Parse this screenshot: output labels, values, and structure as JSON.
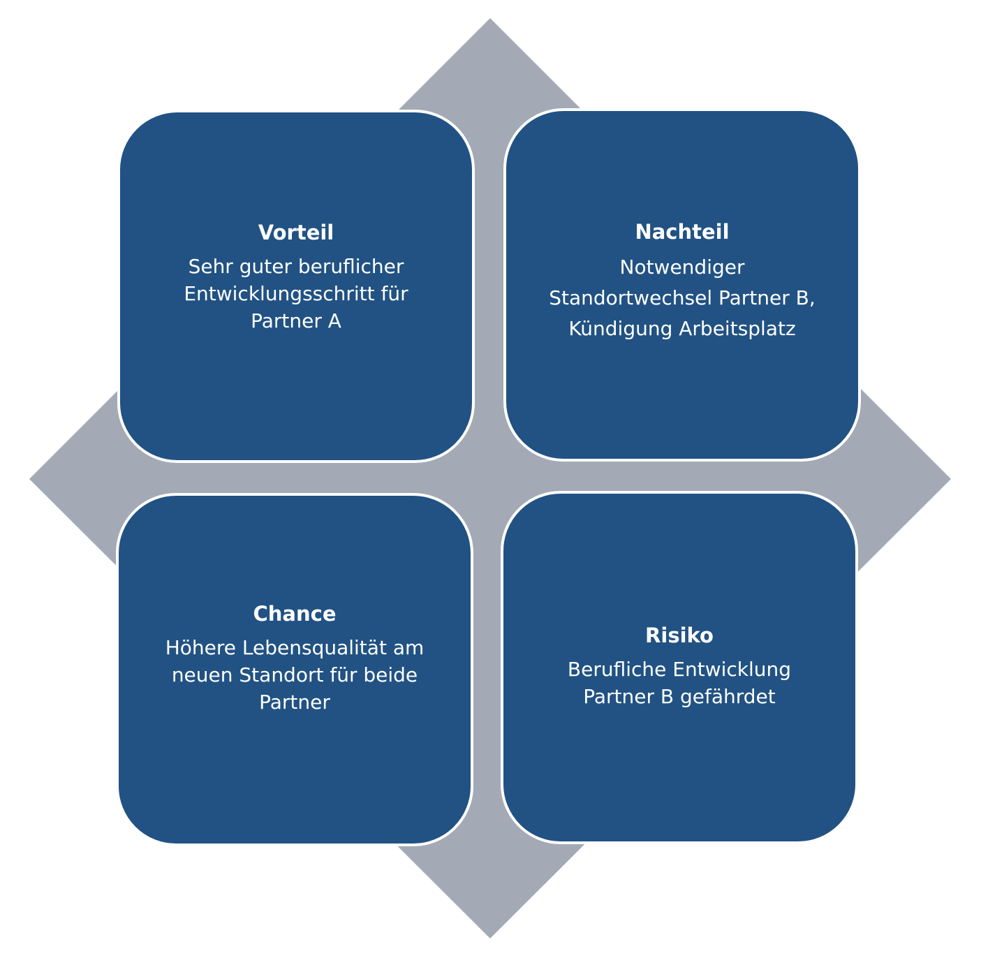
{
  "colors": {
    "box_fill": "#215283",
    "box_text": "#ffffff",
    "box_border": "#ffffff",
    "diamond_fill": "#a3aab6",
    "background": "#ffffff"
  },
  "quadrants": {
    "vorteil": {
      "title": "Vorteil",
      "lines": [
        "Sehr guter beruflicher",
        "Entwicklungsschritt für",
        "Partner A"
      ]
    },
    "nachteil": {
      "title": "Nachteil",
      "lines": [
        "Notwendiger",
        "Standortwechsel Partner B,",
        "Kündigung Arbeitsplatz"
      ]
    },
    "chance": {
      "title": "Chance",
      "lines": [
        "Höhere Lebensqualität am",
        "neuen Standort für beide",
        "Partner"
      ]
    },
    "risiko": {
      "title": "Risiko",
      "lines": [
        "Berufliche Entwicklung",
        "Partner B gefährdet"
      ]
    }
  }
}
